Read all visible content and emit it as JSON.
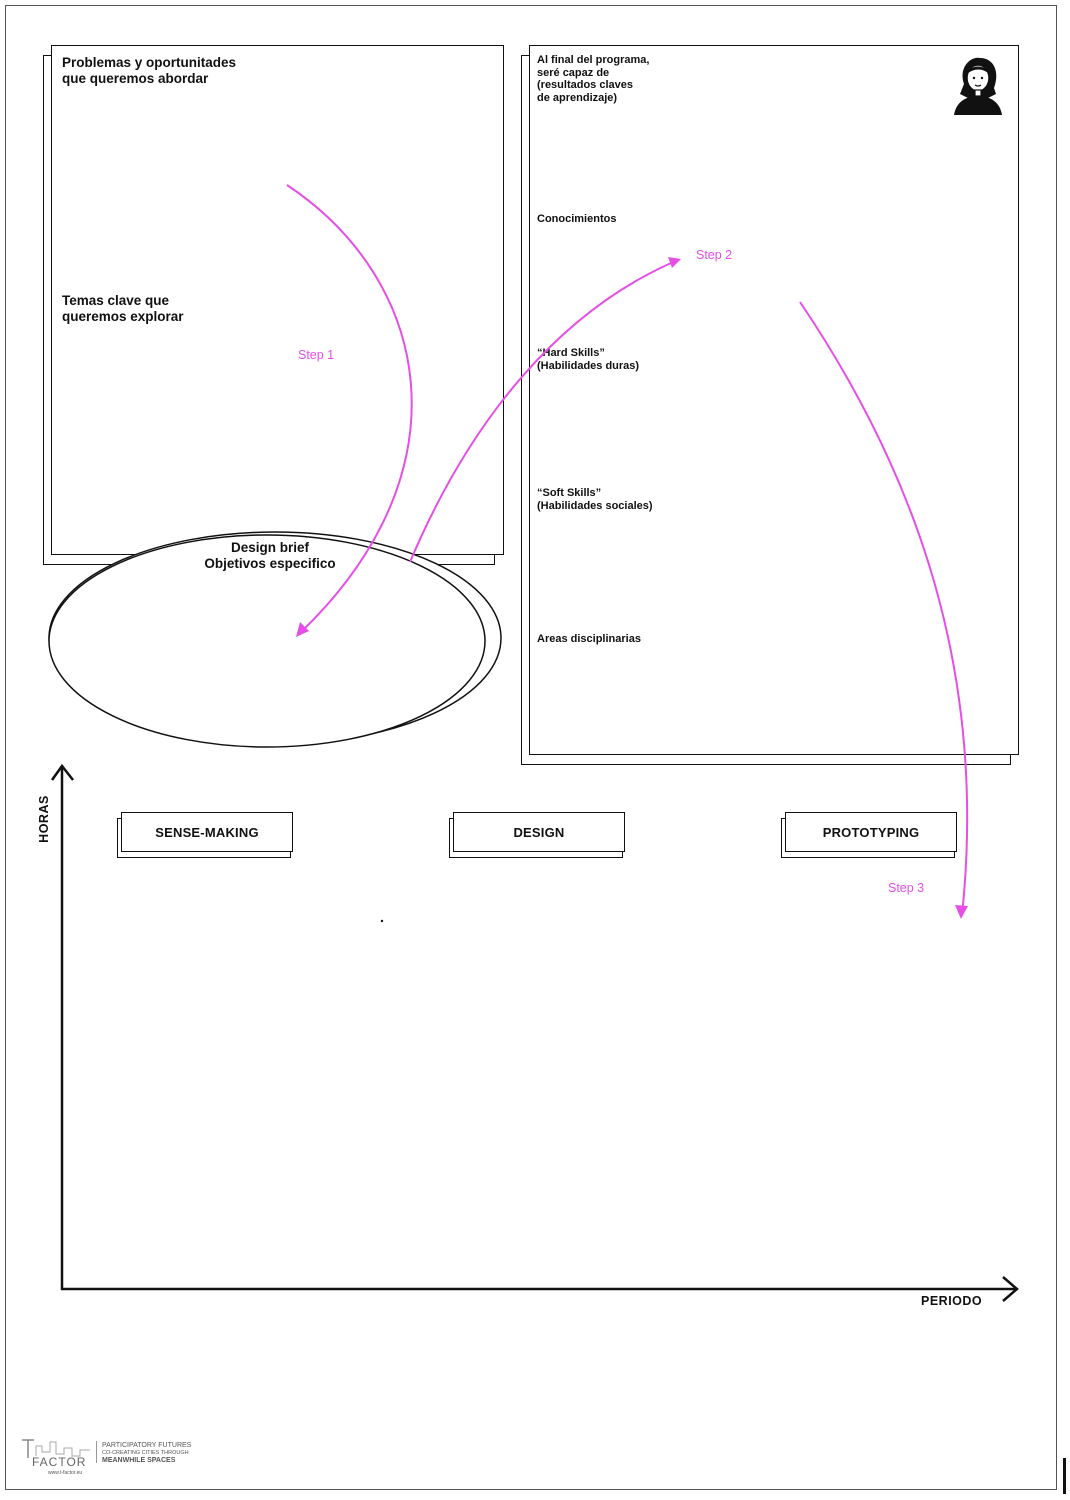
{
  "problems_box": {
    "title": "Problemas y oportunitades\nque queremos abordar",
    "topics": "Temas clave que\nqueremos explorar"
  },
  "outcomes_box": {
    "title": "Al final del programa,\nseré capaz de\n(resultados claves\nde aprendizaje)",
    "knowledge": "Conocimientos",
    "hard_skills": "“Hard Skills”\n(Habilidades duras)",
    "soft_skills": "“Soft Skills”\n(Habilidades sociales)",
    "areas": "Areas disciplinarias"
  },
  "design_brief": {
    "title": "Design brief\nObjetivos especifico"
  },
  "steps": {
    "step1": "Step 1",
    "step2": "Step 2",
    "step3": "Step 3"
  },
  "stages": {
    "sense": "SENSE-MAKING",
    "design": "DESIGN",
    "proto": "PROTOTYPING"
  },
  "axes": {
    "y_label": "HORAS",
    "x_label": "PERIODO"
  },
  "footer": {
    "brand": "FACTOR",
    "tagline1": "PARTICIPATORY FUTURES",
    "tagline2": "CO-CREATING CITIES THROUGH",
    "tagline3": "MEANWHILE SPACES",
    "url": "www.t-factor.eu"
  },
  "colors": {
    "accent": "#e64fe6",
    "ink": "#111111"
  }
}
